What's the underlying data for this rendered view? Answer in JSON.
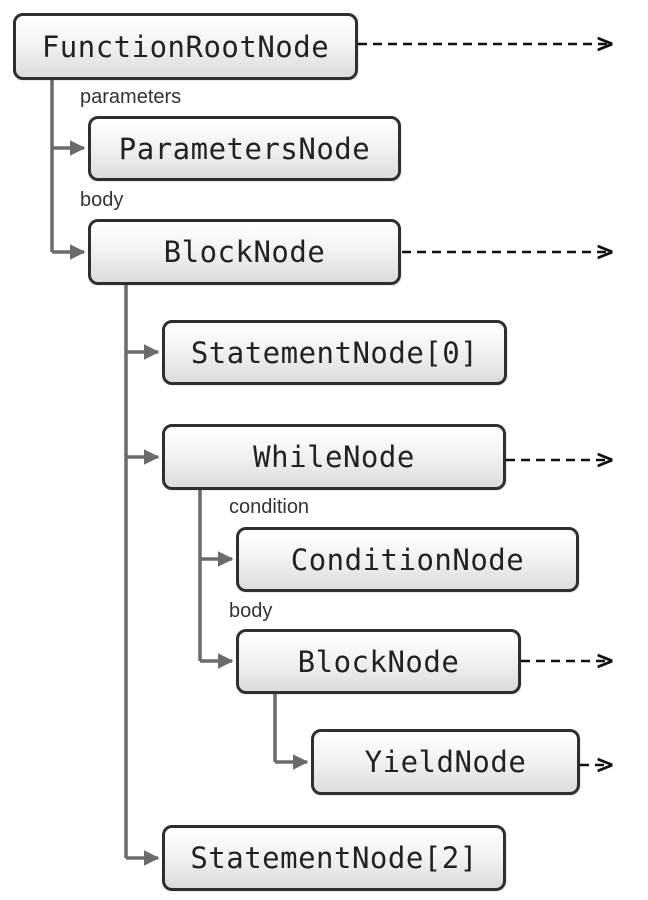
{
  "diagram": {
    "nodes": {
      "function_root": "FunctionRootNode",
      "parameters": "ParametersNode",
      "block_outer": "BlockNode",
      "statement_0": "StatementNode[0]",
      "while_node": "WhileNode",
      "condition": "ConditionNode",
      "block_inner": "BlockNode",
      "yield_node": "YieldNode",
      "statement_2": "StatementNode[2]"
    },
    "edge_labels": {
      "parameters": "parameters",
      "body_outer": "body",
      "condition": "condition",
      "body_inner": "body"
    },
    "colors": {
      "node_border": "#2f2f2f",
      "connector": "#6b6b6b",
      "dashed_arrow": "#111111"
    }
  }
}
